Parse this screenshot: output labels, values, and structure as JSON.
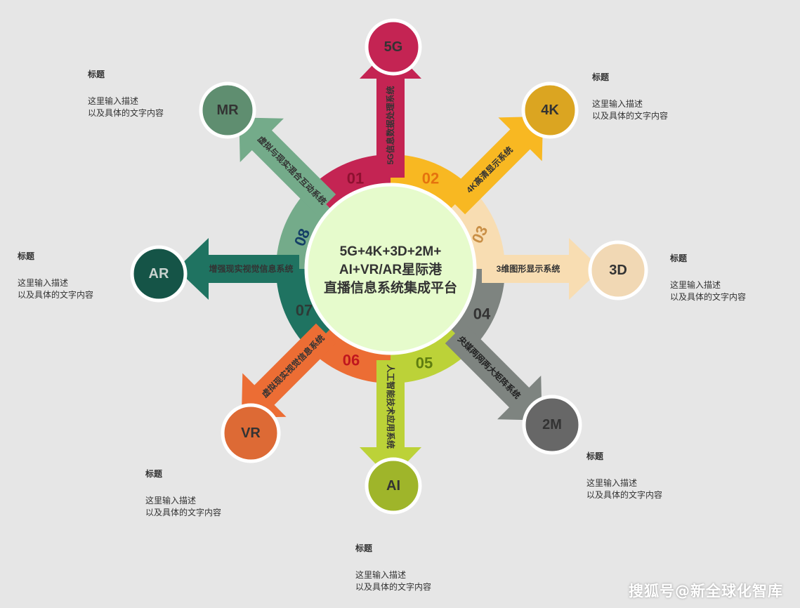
{
  "center_title": {
    "line1": "5G+4K+3D+2M+",
    "line2": "AI+VR/AR星际港",
    "line3": "直播信息系统集成平台"
  },
  "nodes": [
    {
      "num": "01",
      "circle_label": "5G",
      "arrow_label": "5G信息数据处理系统",
      "ring_color": "#c42453",
      "num_color": "#8e1130",
      "circle_color": "#c42453",
      "arrow_color": "#c42453",
      "label_color": "#333333"
    },
    {
      "num": "02",
      "circle_label": "4K",
      "arrow_label": "4K高清显示系统",
      "ring_color": "#f8b822",
      "num_color": "#e5730e",
      "circle_color": "#dba521",
      "arrow_color": "#f8b822",
      "label_color": "#333333"
    },
    {
      "num": "03",
      "circle_label": "3D",
      "arrow_label": "3维图形显示系统",
      "ring_color": "#f8ddb2",
      "num_color": "#c98f46",
      "circle_color": "#f1d8b4",
      "arrow_color": "#f8ddb2",
      "label_color": "#333333"
    },
    {
      "num": "04",
      "circle_label": "2M",
      "arrow_label": "央媒两网两大矩阵系统",
      "ring_color": "#7e8480",
      "num_color": "#333333",
      "circle_color": "#676767",
      "arrow_color": "#7e8480",
      "label_color": "#222222"
    },
    {
      "num": "05",
      "circle_label": "AI",
      "arrow_label": "人工智能技术应用系统",
      "ring_color": "#bcd238",
      "num_color": "#5f7d10",
      "circle_color": "#9fb52a",
      "arrow_color": "#bcd238",
      "label_color": "#333333"
    },
    {
      "num": "06",
      "circle_label": "VR",
      "arrow_label": "虚拟现实视觉信息系统",
      "ring_color": "#ec6d34",
      "num_color": "#c0161e",
      "circle_color": "#dd6a35",
      "arrow_color": "#ec6d34",
      "label_color": "#333333"
    },
    {
      "num": "07",
      "circle_label": "AR",
      "arrow_label": "增强现实视觉信息系统",
      "ring_color": "#1f7361",
      "num_color": "#2d3a36",
      "circle_color": "#155447",
      "arrow_color": "#1f7361",
      "label_color": "#333333"
    },
    {
      "num": "08",
      "circle_label": "MR",
      "arrow_label": "虚拟与现实混合互动系统",
      "ring_color": "#74ab8a",
      "num_color": "#143f66",
      "circle_color": "#5f8e70",
      "arrow_color": "#74ab8a",
      "label_color": "#333333"
    }
  ],
  "notes": [
    {
      "title": "标题",
      "line1": "这里输入描述",
      "line2": "以及具体的文字内容"
    },
    {
      "title": "标题",
      "line1": "这里输入描述",
      "line2": "以及具体的文字内容"
    },
    {
      "title": "标题",
      "line1": "这里输入描述",
      "line2": "以及具体的文字内容"
    },
    {
      "title": "标题",
      "line1": "这里输入描述",
      "line2": "以及具体的文字内容"
    },
    {
      "title": "标题",
      "line1": "这里输入描述",
      "line2": "以及具体的文字内容"
    },
    {
      "title": "标题",
      "line1": "这里输入描述",
      "line2": "以及具体的文字内容"
    },
    {
      "title": "标题",
      "line1": "这里输入描述",
      "line2": "以及具体的文字内容"
    }
  ],
  "colors": {
    "background": "#e6e6e6",
    "center_fill": "#e6fbcc",
    "center_text": "#333333"
  },
  "watermark": "搜狐号@新全球化智库"
}
